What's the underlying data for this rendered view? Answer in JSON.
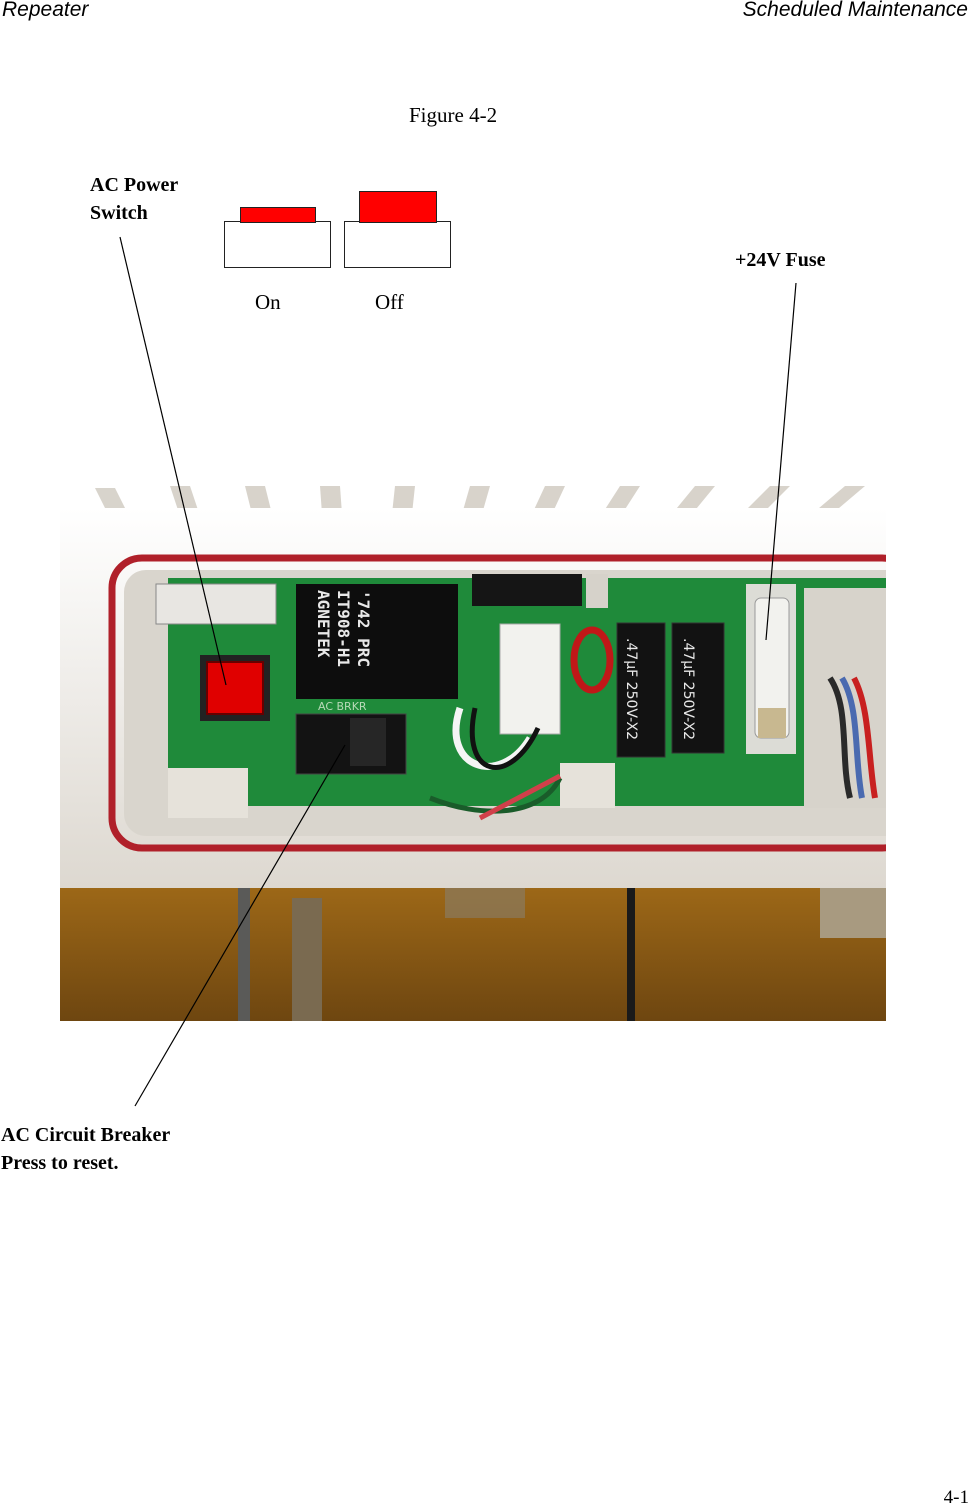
{
  "header": {
    "left": "Repeater",
    "right": "Scheduled Maintenance"
  },
  "figure": {
    "caption": "Figure 4-2"
  },
  "switch_diagram": {
    "on_label": "On",
    "off_label": "Off",
    "cap_color": "#ff0000"
  },
  "callouts": {
    "power_switch": [
      "AC Power",
      "Switch"
    ],
    "fuse": "+24V Fuse",
    "breaker": [
      "AC Circuit Breaker",
      "Press to reset."
    ]
  },
  "photo_text": {
    "relay_line1": "AGNETEK",
    "relay_line2": "IT908-H1",
    "relay_line3": "'742 PRC",
    "breaker_silk": "AC  BRKR",
    "cap1": ".47µF 250V-X2",
    "cap2": ".47µF 250V-X2"
  },
  "colors": {
    "board_green": "#1f8a3a",
    "gasket_red": "#b0202a",
    "housing_white": "#ece8e2",
    "background_gold": "#8a5a12"
  },
  "footer": {
    "page_number": "4-1"
  }
}
